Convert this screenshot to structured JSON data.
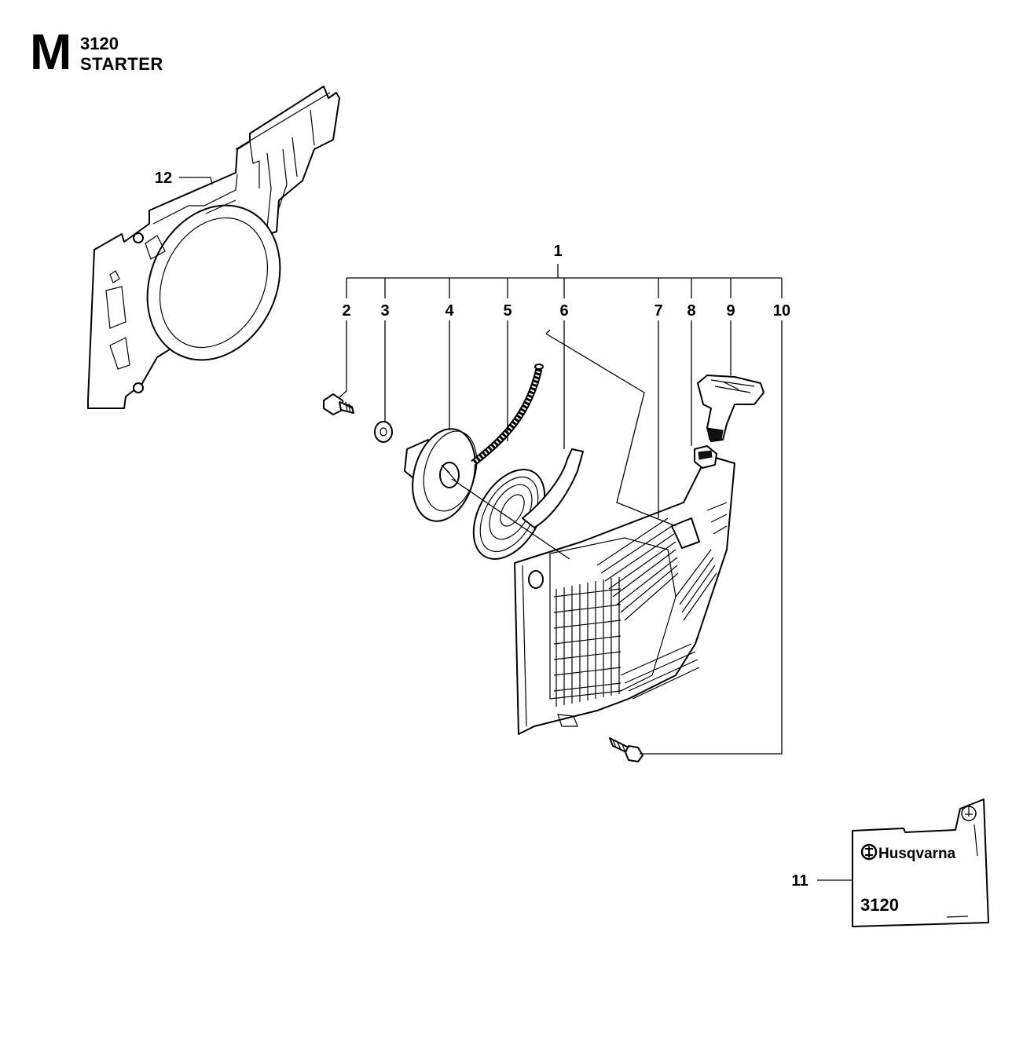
{
  "header": {
    "section_letter": "M",
    "model_number": "3120",
    "section_title": "STARTER"
  },
  "callouts": {
    "c1": "1",
    "c2": "2",
    "c3": "3",
    "c4": "4",
    "c5": "5",
    "c6": "6",
    "c7": "7",
    "c8": "8",
    "c9": "9",
    "c10": "10",
    "c11": "11",
    "c12": "12"
  },
  "decal": {
    "brand": "Husqvarna",
    "model": "3120"
  }
}
